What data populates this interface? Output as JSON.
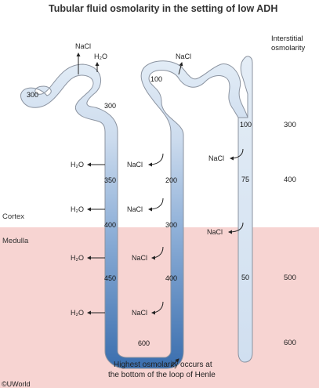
{
  "title": "Tubular fluid osmolarity in the setting of low ADH",
  "zones": {
    "cortex": "Cortex",
    "medulla": "Medulla"
  },
  "interstitial_header": [
    "Interstitial",
    "osmolarity"
  ],
  "interstitial_values": [
    "300",
    "400",
    "500",
    "600"
  ],
  "tubule_values": {
    "pct_1": "300",
    "pct_2": "300",
    "descending": [
      "350",
      "400",
      "450"
    ],
    "bottom": "600",
    "ascending": [
      "200",
      "300",
      "400"
    ],
    "dct": "100",
    "collecting_duct": [
      "100",
      "75",
      "50"
    ]
  },
  "solutes": {
    "salt": "NaCl",
    "water": "H₂O"
  },
  "annotation": [
    "Highest osmolarity occurs at",
    "the bottom of the loop of Henle"
  ],
  "credit": "©UWorld",
  "colors": {
    "cortex_bg": "#ffffff",
    "medulla_bg": "#f7d4d2",
    "tubule_light": "#dfe9f4",
    "tubule_dark": "#3a6fae",
    "outline": "#8b93a0"
  }
}
